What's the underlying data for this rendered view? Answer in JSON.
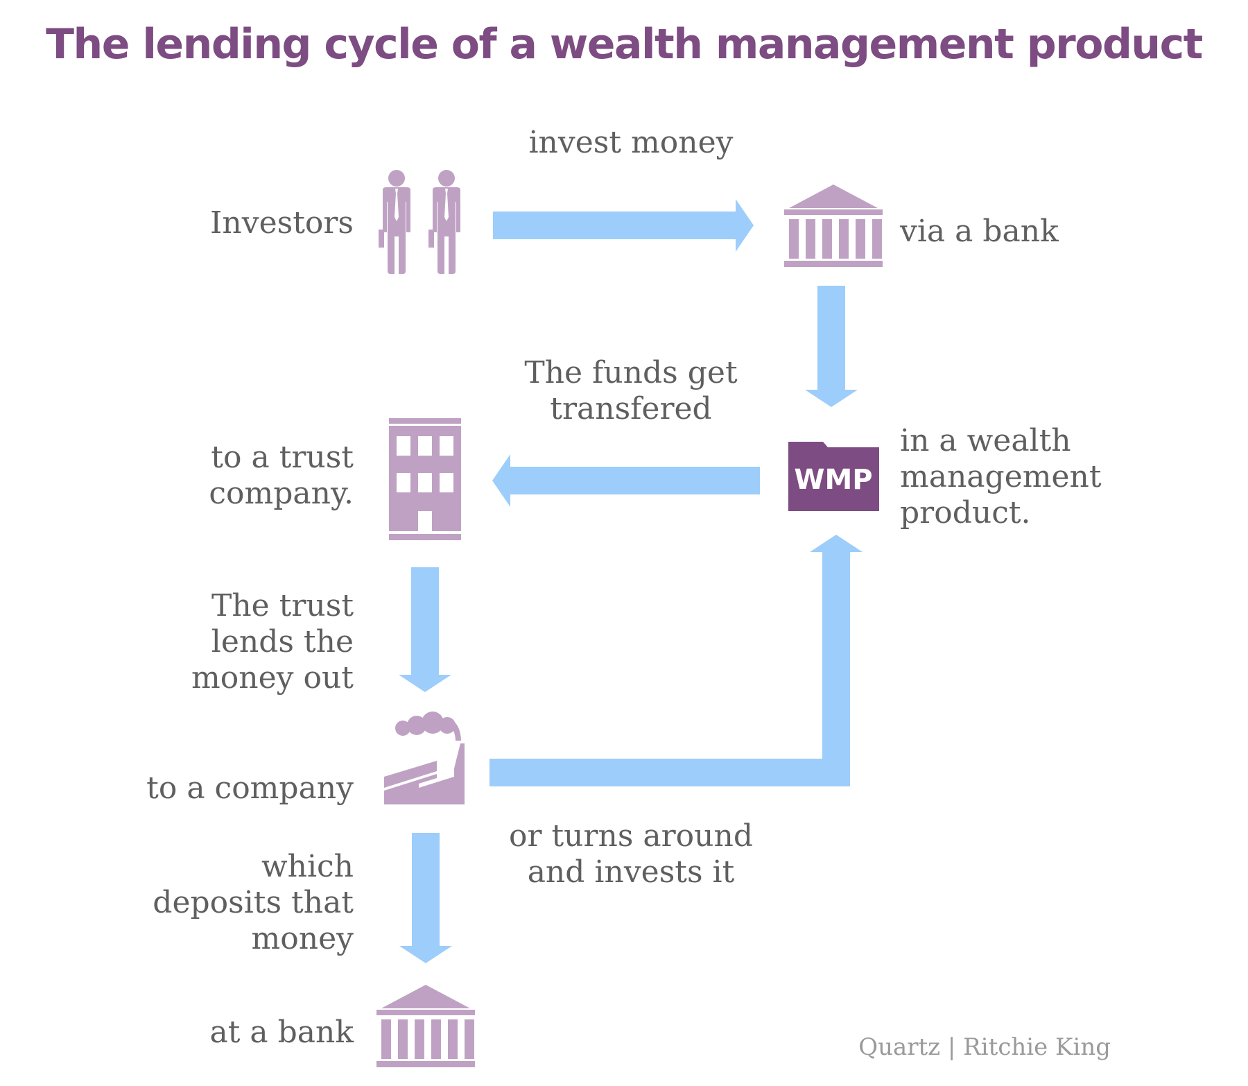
{
  "title": "The lending cycle of a wealth management product",
  "colors": {
    "title": "#7d4c82",
    "icon": "#bfa2c3",
    "arrow": "#9dcdfa",
    "wmp_folder": "#7d4c82",
    "label_text": "#5f5f5f",
    "credit_text": "#9a9a9a"
  },
  "nodes": {
    "investors": {
      "label": "Investors",
      "icon": "investors-icon"
    },
    "bank_top": {
      "label": "via a bank",
      "icon": "bank-icon"
    },
    "wmp": {
      "label": "in a wealth management product.",
      "icon": "wmp-folder-icon",
      "badge": "WMP"
    },
    "trust": {
      "label": "to a trust company.",
      "icon": "office-building-icon"
    },
    "company": {
      "label": "to a company",
      "icon": "factory-icon"
    },
    "bank_bottom": {
      "label": "at a bank",
      "icon": "bank-icon"
    }
  },
  "edges": {
    "invest": {
      "label": "invest money"
    },
    "transfer": {
      "label": "The funds get transfered"
    },
    "lend": {
      "label": "The trust lends the money out"
    },
    "reinvest": {
      "label": "or turns around and invests it"
    },
    "deposit": {
      "label": "which deposits that money"
    }
  },
  "credit": "Quartz | Ritchie King"
}
